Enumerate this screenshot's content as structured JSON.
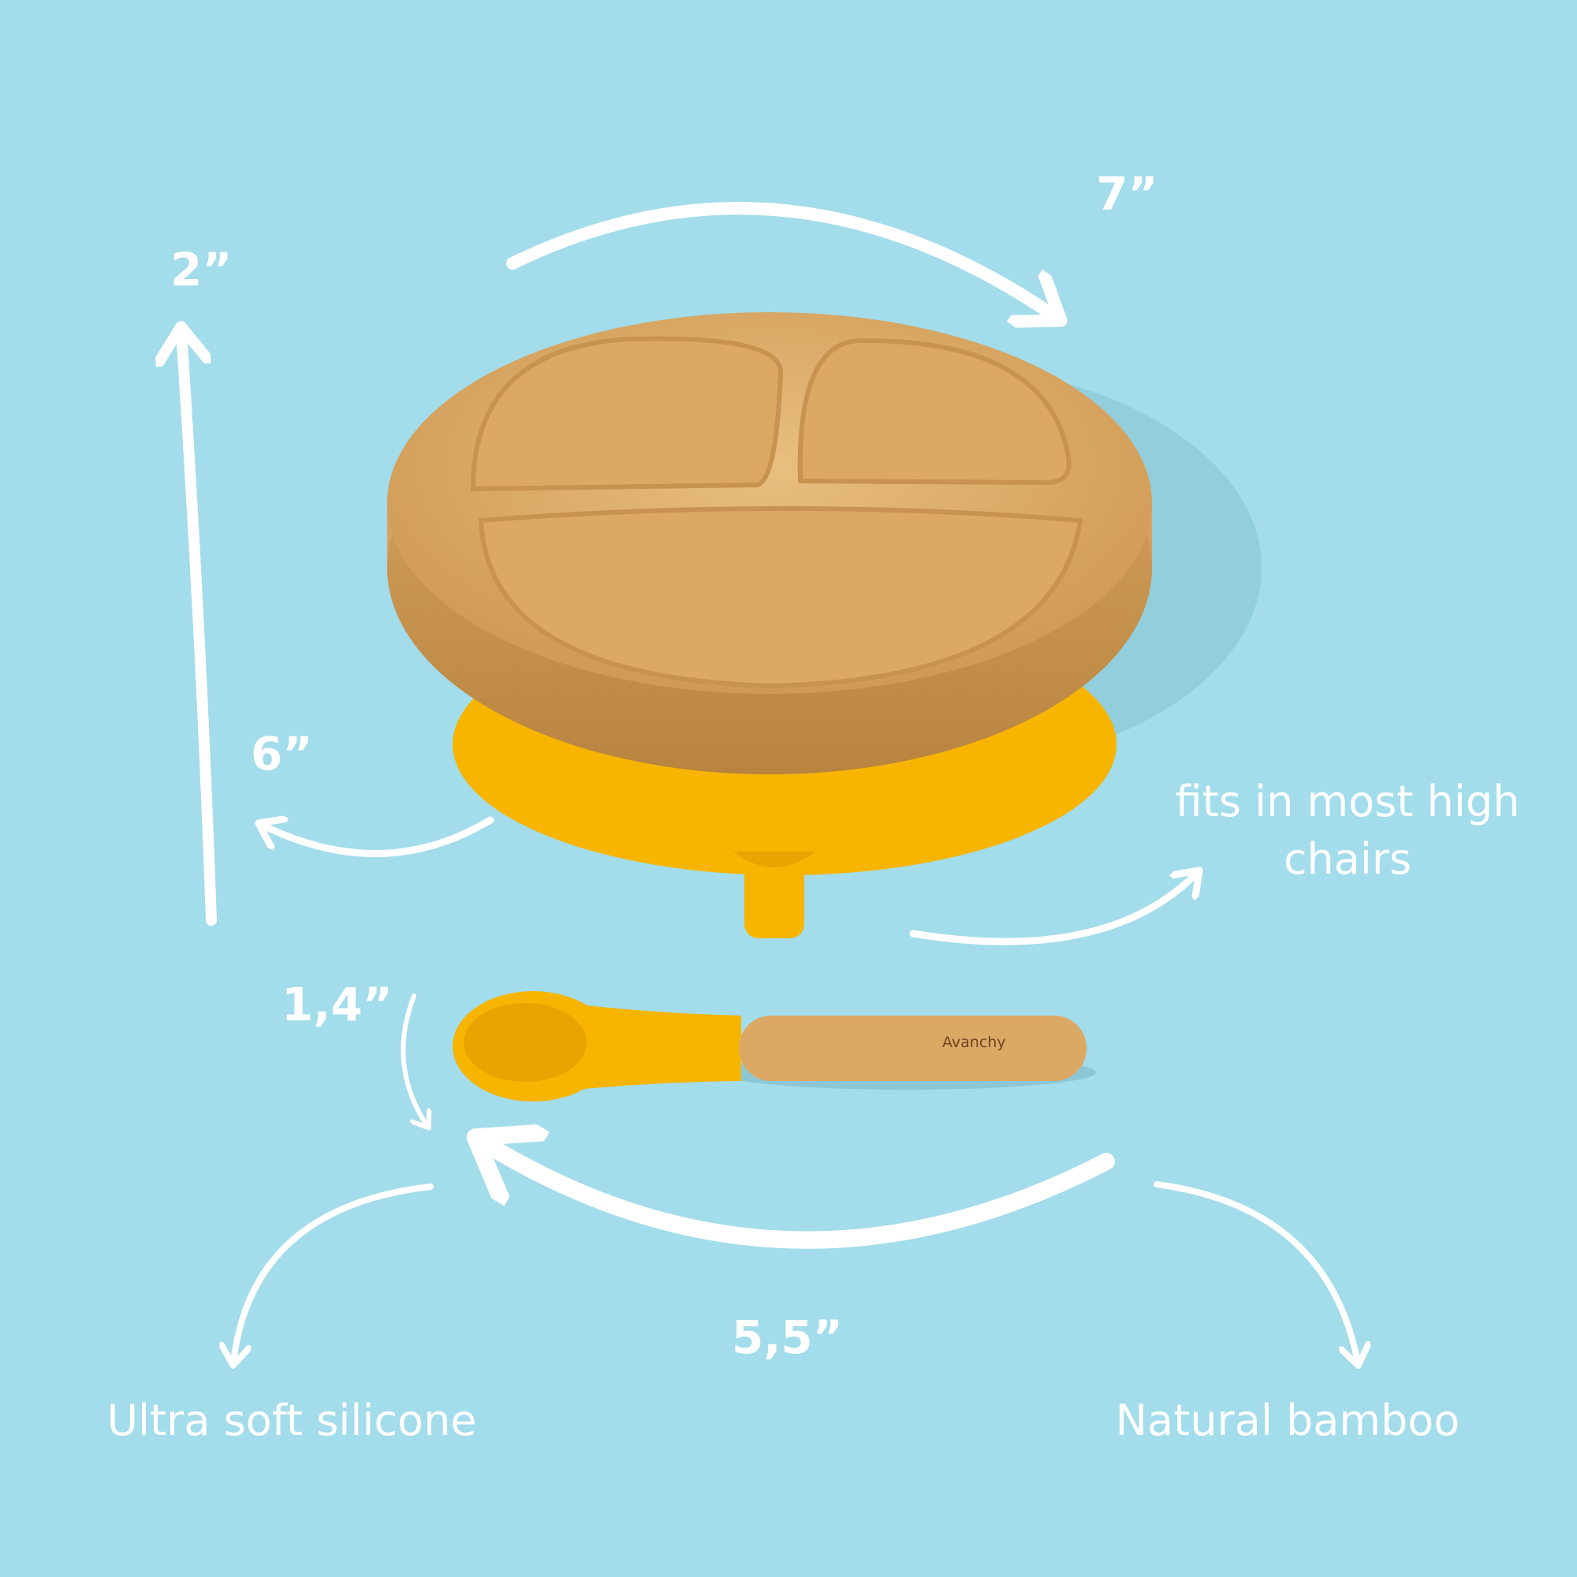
{
  "dimensions": {
    "plate_width": "7”",
    "plate_height": "2”",
    "base_width": "6”",
    "spoon_width": "1,4”",
    "spoon_length": "5,5”"
  },
  "captions": {
    "high_chairs_line1": "fits in most high",
    "high_chairs_line2": "chairs",
    "silicone": "Ultra soft silicone",
    "bamboo": "Natural bamboo"
  },
  "spoon_brand": "Avanchy",
  "colors": {
    "background": "#a3dcea",
    "bamboo": "#d9a866",
    "silicone": "#f7b500",
    "annotation": "#ffffff"
  }
}
